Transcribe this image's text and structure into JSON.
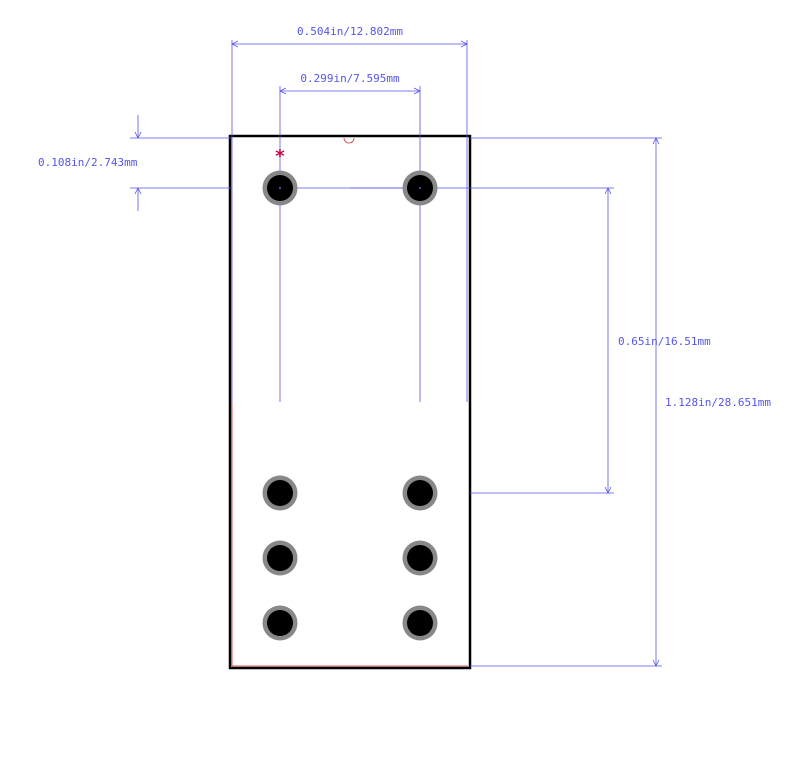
{
  "dimensions": {
    "overall_width": "0.504in/12.802mm",
    "pin_pitch_x": "0.299in/7.595mm",
    "top_offset": "0.108in/2.743mm",
    "pin_span_y": "0.65in/16.51mm",
    "overall_height": "1.128in/28.651mm"
  },
  "markers": {
    "pin1": "*"
  },
  "colors": {
    "dimension": "#5555ee",
    "outline": "#000000",
    "pad_ring": "#888888",
    "pad_hole": "#000000",
    "pin1_marker": "#cc0044",
    "silk_edge": "#cc3333"
  }
}
